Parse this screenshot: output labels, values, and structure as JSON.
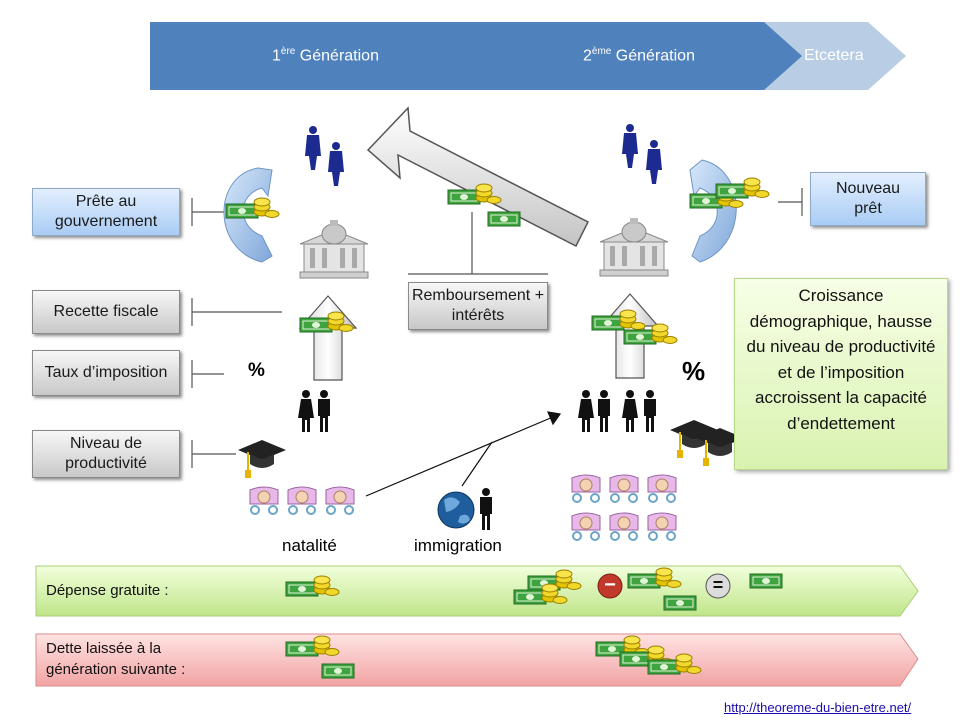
{
  "header": {
    "gen1_prefix": "1",
    "gen1_sup": "ère",
    "gen1_suffix": " Génération",
    "gen2_prefix": "2",
    "gen2_sup": "ème",
    "gen2_suffix": " Génération",
    "etcetera": "Etcetera",
    "colors": {
      "dark": "#4f81bd",
      "light": "#b9cde5"
    }
  },
  "left_labels": {
    "prete": "Prête au gouvernement",
    "recette": "Recette fiscale",
    "taux": "Taux d’imposition",
    "niveau": "Niveau de productivité"
  },
  "center": {
    "remboursement": "Remboursement + intérêts"
  },
  "right": {
    "nouveau": "Nouveau prêt",
    "callout": "Croissance démographique, hausse du niveau de productivité et de l’imposition accroissent la capacité d’endettement"
  },
  "symbols": {
    "pct_left": "%",
    "pct_right": "%"
  },
  "bottom": {
    "natalite": "natalité",
    "immigration": "immigration",
    "depense": "Dépense gratuite :",
    "dette": "Dette laissée à la génération suivante :",
    "minus": "−",
    "equals": "="
  },
  "footer": {
    "url": "http://theoreme-du-bien-etre.net/"
  }
}
